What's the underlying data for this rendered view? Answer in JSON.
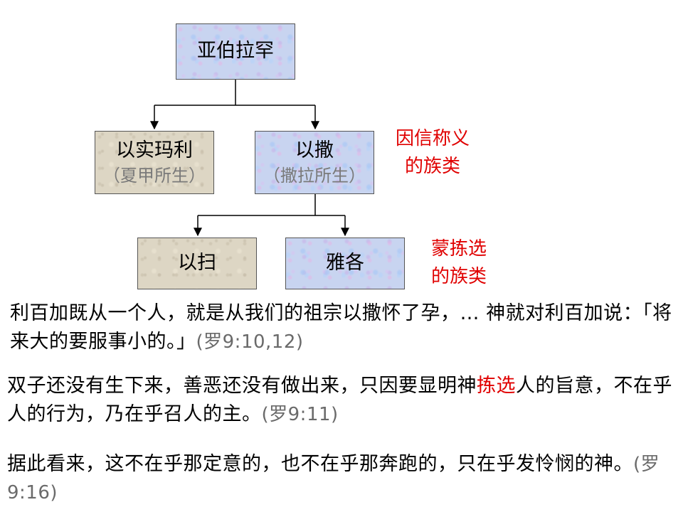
{
  "tree": {
    "root": {
      "label": "亚伯拉罕"
    },
    "level1": [
      {
        "label": "以实玛利",
        "sub": "（夏甲所生）"
      },
      {
        "label": "以撒",
        "sub": "（撒拉所生）"
      }
    ],
    "level2": [
      {
        "label": "以扫"
      },
      {
        "label": "雅各"
      }
    ],
    "note_faith": {
      "line1": "因信称义",
      "line2": "的族类"
    },
    "note_chosen": {
      "line1": "蒙拣选",
      "line2": "的族类"
    }
  },
  "paragraphs": {
    "p1": {
      "text": "利百加既从一个人，就是从我们的祖宗以撒怀了孕，… 神就对利百加说：「将来大的要服事小的。」",
      "ref": "(罗9:10,12)"
    },
    "p2": {
      "text_before": "双子还没有生下来，善恶还没有做出来，只因要显明神",
      "highlight": "拣选",
      "text_after": "人的旨意，不在乎人的行为，乃在乎召人的主。",
      "ref": "(罗9:11)"
    },
    "p3": {
      "text": "据此看来，这不在乎那定意的，也不在乎那奔跑的，只在乎发怜悯的神。",
      "ref": "(罗9:16)"
    }
  },
  "colors": {
    "accent_red": "#e00000",
    "node_blue": "#c8d4f0",
    "node_tan": "#ddd6c4",
    "ref_gray": "#6a6a6a"
  }
}
